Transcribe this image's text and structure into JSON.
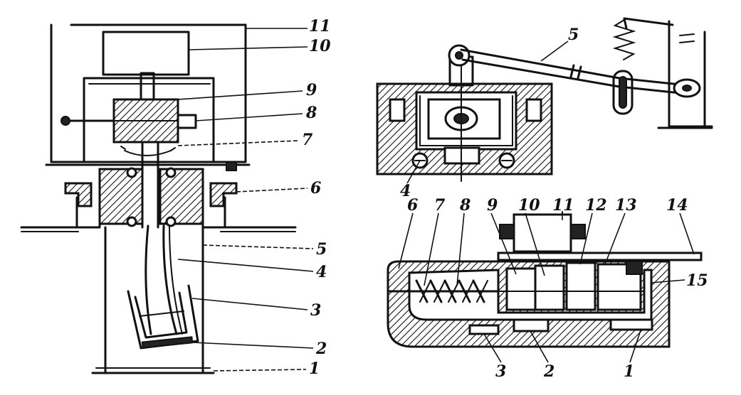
{
  "diagram": {
    "left_view": {
      "labels": [
        "11",
        "10",
        "9",
        "8",
        "7",
        "6",
        "5",
        "4",
        "3",
        "2",
        "1"
      ]
    },
    "top_right_view": {
      "labels": [
        "5",
        "4"
      ]
    },
    "bottom_right_view": {
      "labels": [
        "6",
        "7",
        "8",
        "9",
        "10",
        "11",
        "12",
        "13",
        "14",
        "15",
        "3",
        "2",
        "1"
      ]
    }
  }
}
